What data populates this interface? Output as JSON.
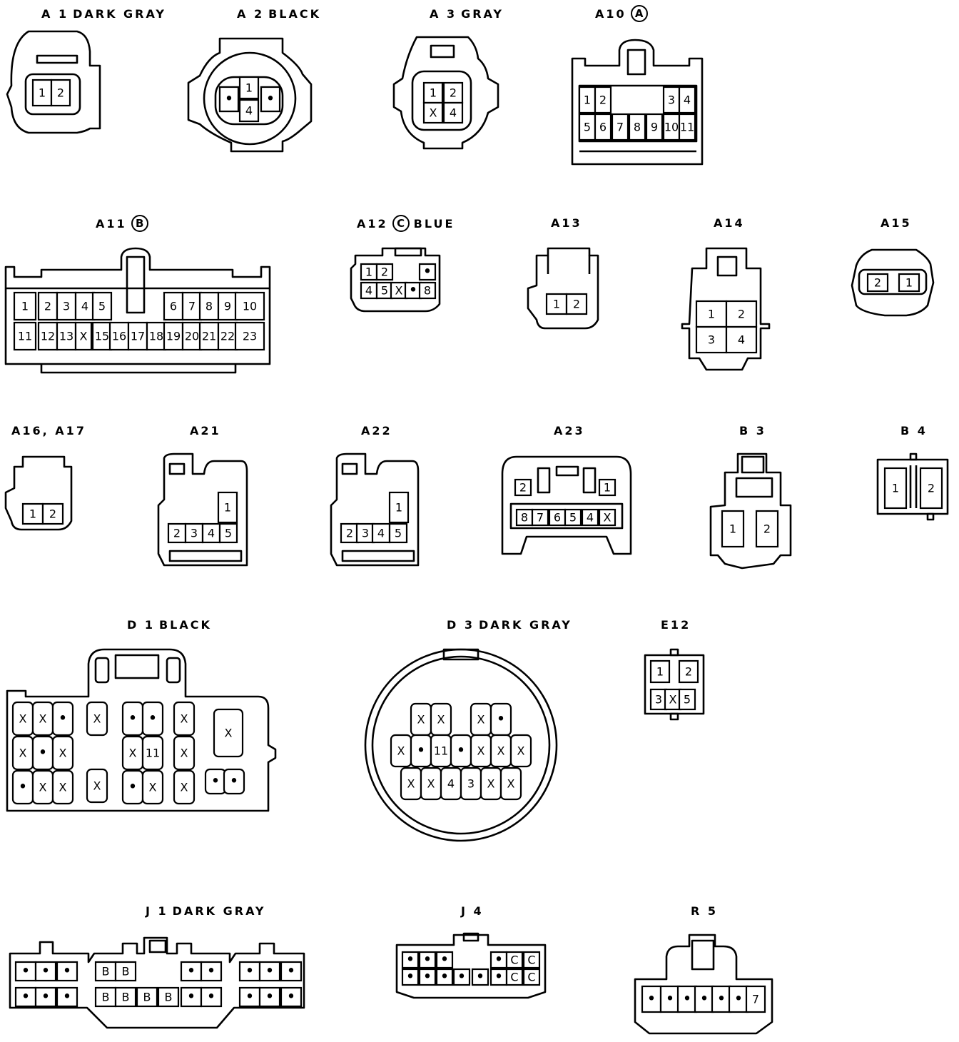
{
  "connectors": [
    {
      "id": "A1",
      "label": "A 1",
      "color": "DARK GRAY",
      "cells": [
        [
          "1",
          "2"
        ]
      ]
    },
    {
      "id": "A2",
      "label": "A 2",
      "color": "BLACK",
      "cells": [
        [
          "•",
          "1",
          "•"
        ],
        [
          "•",
          "4",
          "•"
        ]
      ]
    },
    {
      "id": "A3",
      "label": "A 3",
      "color": "GRAY",
      "cells": [
        [
          "1",
          "2"
        ],
        [
          "X",
          "4"
        ]
      ]
    },
    {
      "id": "A10",
      "label": "A10",
      "badge": "A",
      "cells": [
        [
          "1",
          "2",
          "3",
          "4"
        ],
        [
          "5",
          "6",
          "7",
          "8",
          "9",
          "10",
          "11"
        ]
      ]
    },
    {
      "id": "A11",
      "label": "A11",
      "badge": "B",
      "cells": [
        [
          "1",
          "2",
          "3",
          "4",
          "5",
          "6",
          "7",
          "8",
          "9",
          "10"
        ],
        [
          "11",
          "12",
          "13",
          "X",
          "15",
          "16",
          "17",
          "18",
          "19",
          "20",
          "21",
          "22",
          "23"
        ]
      ]
    },
    {
      "id": "A12",
      "label": "A12",
      "badge": "C",
      "color": "BLUE",
      "cells": [
        [
          "1",
          "2",
          "•"
        ],
        [
          "4",
          "5",
          "X",
          "•",
          "8"
        ]
      ]
    },
    {
      "id": "A13",
      "label": "A13",
      "cells": [
        [
          "1",
          "2"
        ]
      ]
    },
    {
      "id": "A14",
      "label": "A14",
      "cells": [
        [
          "1",
          "2"
        ],
        [
          "3",
          "4"
        ]
      ]
    },
    {
      "id": "A15",
      "label": "A15",
      "cells": [
        [
          "2",
          "1"
        ]
      ]
    },
    {
      "id": "A16A17",
      "label": "A16, A17",
      "cells": [
        [
          "1",
          "2"
        ]
      ]
    },
    {
      "id": "A21",
      "label": "A21",
      "cells": [
        [
          "1"
        ],
        [
          "2",
          "3",
          "4",
          "5"
        ]
      ]
    },
    {
      "id": "A22",
      "label": "A22",
      "cells": [
        [
          "1"
        ],
        [
          "2",
          "3",
          "4",
          "5"
        ]
      ]
    },
    {
      "id": "A23",
      "label": "A23",
      "cells": [
        [
          "2",
          "1"
        ],
        [
          "8",
          "7",
          "6",
          "5",
          "4",
          "X"
        ]
      ]
    },
    {
      "id": "B3",
      "label": "B 3",
      "cells": [
        [
          "1",
          "2"
        ]
      ]
    },
    {
      "id": "B4",
      "label": "B 4",
      "cells": [
        [
          "1",
          "2"
        ]
      ]
    },
    {
      "id": "D1",
      "label": "D 1",
      "color": "BLACK",
      "cells": [
        [
          "X",
          "X",
          "•",
          "X",
          "•",
          "•",
          "X",
          "X"
        ],
        [
          "X",
          "•",
          "X",
          "X",
          "11",
          "X"
        ],
        [
          "•",
          "X",
          "X",
          "X",
          "•",
          "X",
          "X",
          "•",
          "•"
        ]
      ]
    },
    {
      "id": "D3",
      "label": "D 3",
      "color": "DARK GRAY",
      "cells": [
        [
          "X",
          "X",
          "X",
          "•"
        ],
        [
          "X",
          "•",
          "11",
          "•",
          "X",
          "X",
          "X"
        ],
        [
          "X",
          "X",
          "4",
          "3",
          "X",
          "X"
        ]
      ]
    },
    {
      "id": "E12",
      "label": "E12",
      "cells": [
        [
          "1",
          "2"
        ],
        [
          "3",
          "X",
          "5"
        ]
      ]
    },
    {
      "id": "J1",
      "label": "J 1",
      "color": "DARK GRAY",
      "cells": [
        [
          "•",
          "•",
          "•",
          "B",
          "B",
          "•",
          "•",
          "•",
          "•",
          "•"
        ],
        [
          "•",
          "•",
          "•",
          "B",
          "B",
          "B",
          "B",
          "•",
          "•",
          "•",
          "•",
          "•"
        ]
      ]
    },
    {
      "id": "J4",
      "label": "J 4",
      "cells": [
        [
          "•",
          "•",
          "•",
          "•",
          "C",
          "C"
        ],
        [
          "•",
          "•",
          "•",
          "•",
          "•",
          "•",
          "C",
          "C"
        ]
      ]
    },
    {
      "id": "R5",
      "label": "R 5",
      "cells": [
        [
          "•",
          "•",
          "•",
          "•",
          "•",
          "•",
          "7"
        ]
      ]
    }
  ]
}
